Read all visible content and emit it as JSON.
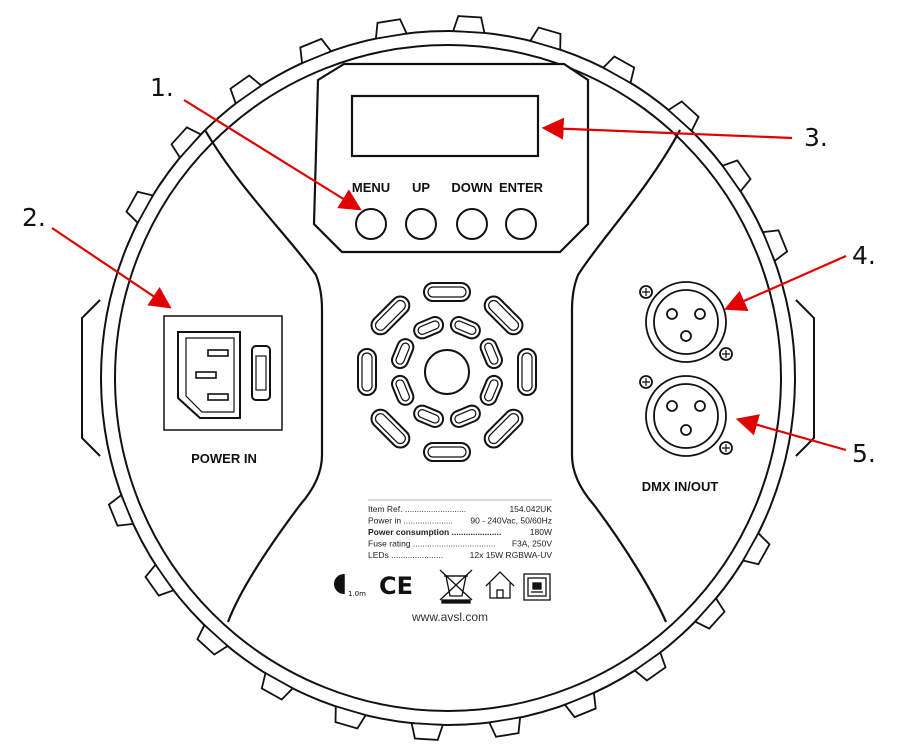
{
  "buttons": [
    {
      "label": "MENU"
    },
    {
      "label": "UP"
    },
    {
      "label": "DOWN"
    },
    {
      "label": "ENTER"
    }
  ],
  "power_label": "POWER IN",
  "dmx_label": "DMX IN/OUT",
  "callouts": [
    "1.",
    "2.",
    "3.",
    "4.",
    "5."
  ],
  "specs": [
    {
      "name": "Item Ref.",
      "dots": "..........................",
      "value": "154.042UK"
    },
    {
      "name": "Power in",
      "dots": ".....................",
      "value": "90 - 240Vac, 50/60Hz"
    },
    {
      "name": "Power consumption",
      "dots": ".....................",
      "value": "180W"
    },
    {
      "name": "Fuse rating",
      "dots": "...................................",
      "value": "F3A, 250V"
    },
    {
      "name": "LEDs",
      "dots": "......................",
      "value": "12x 15W RGBWA-UV"
    }
  ],
  "distance_label": "1.0m",
  "ce_mark": "CE",
  "website": "www.avsl.com",
  "colors": {
    "arrow": "#e00000",
    "ink": "#111111",
    "background": "#ffffff"
  },
  "icons": [
    "ce-mark-icon",
    "weee-bin-icon",
    "indoor-use-icon",
    "fuse-box-icon",
    "min-distance-icon"
  ]
}
